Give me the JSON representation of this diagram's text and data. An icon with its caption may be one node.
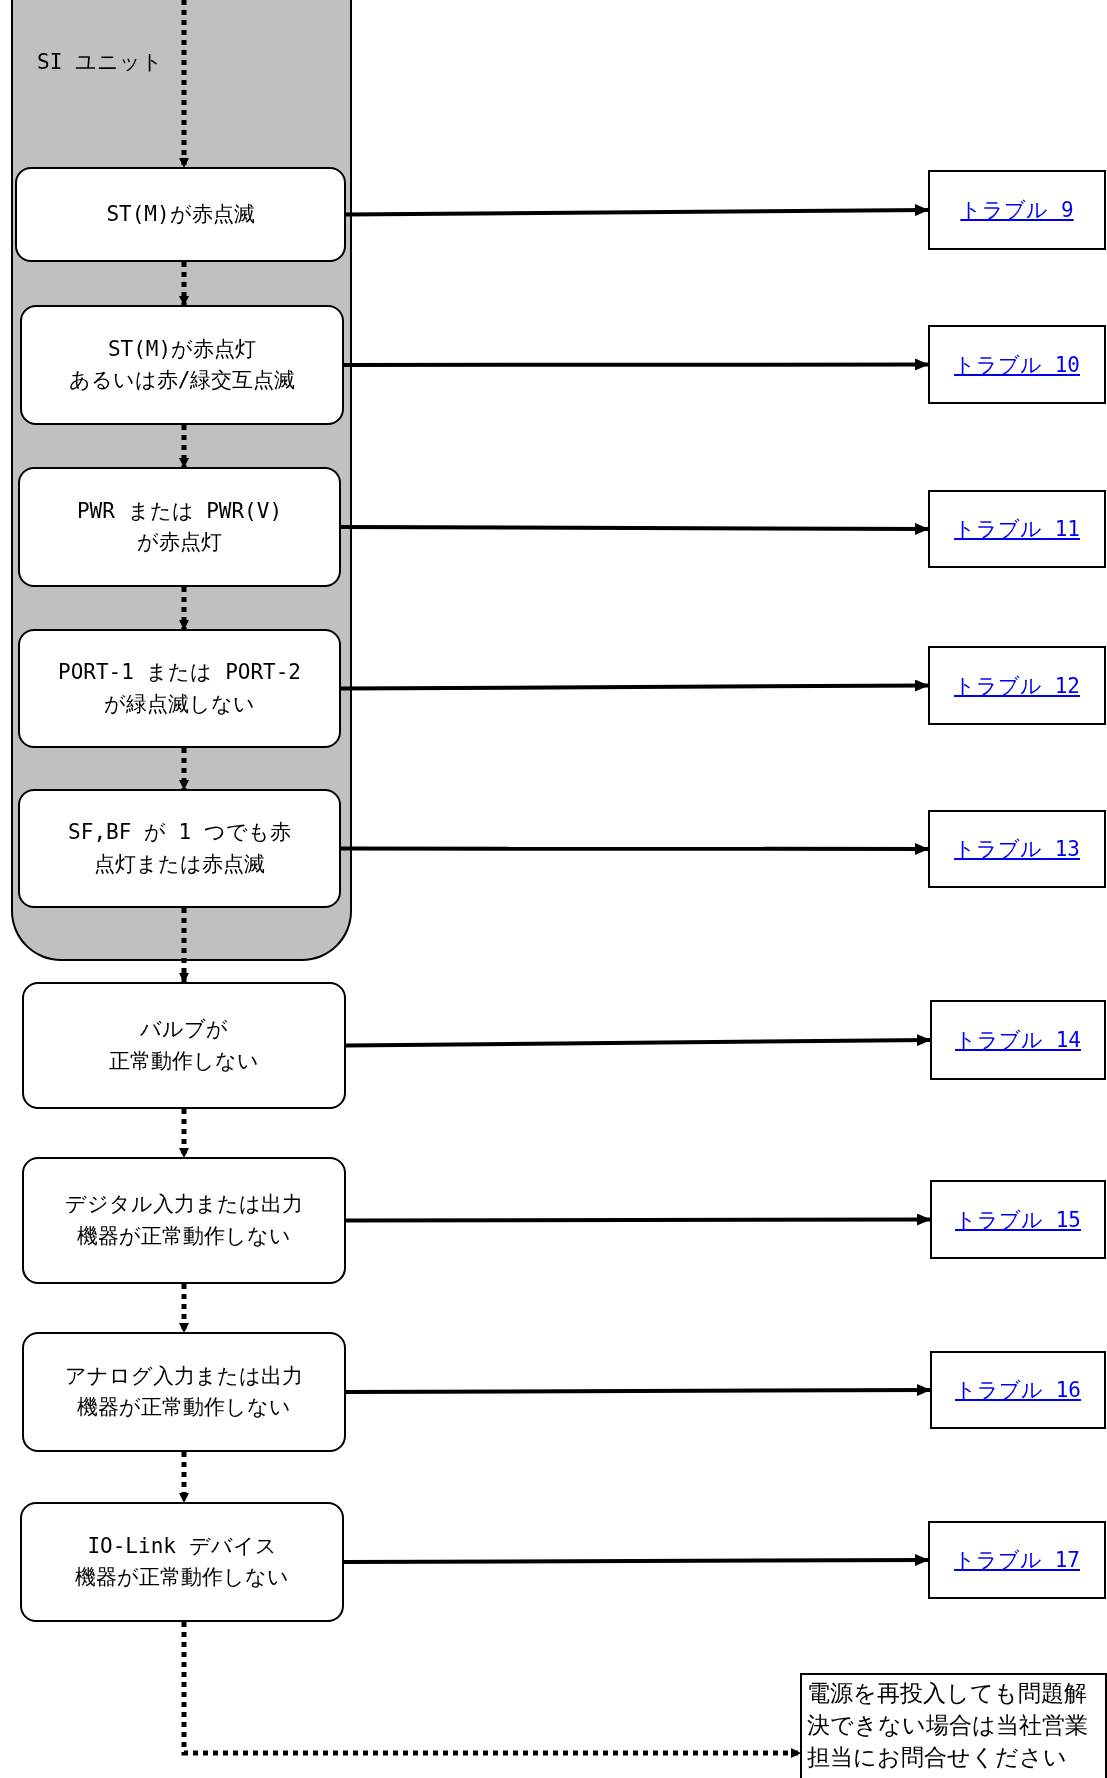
{
  "diagram": {
    "nodes": [
      {
        "text": [
          "SI ユニット"
        ]
      },
      {
        "text": [
          "ST(M)が赤点滅"
        ],
        "in": 0
      },
      {
        "text": [
          "ST(M)が赤点灯あるいは赤/緑交互点滅"
        ],
        "in": 0
      },
      {
        "text": [
          "PWR または PWR(V) が赤点灯"
        ],
        "in": 0
      },
      {
        "text": [
          "PORT-1 または PORT-2 が緑点滅しない"
        ],
        "in": 0
      },
      {
        "text": [
          "SF,BF が 1 つでも赤点灯または赤点滅"
        ],
        "in": 0
      },
      {
        "text": [
          "バルブが正常動作しない"
        ]
      },
      {
        "text": [
          "デジタル入力または出力機器が正常動作しない"
        ]
      },
      {
        "text": [
          "アナログ入力または出力機器が正常動作しない"
        ]
      },
      {
        "text": [
          "IO-Link デバイス機器が正常動作しない"
        ]
      },
      {
        "text": [
          "トラブル 9"
        ]
      },
      {
        "text": [
          "トラブル 10"
        ]
      },
      {
        "text": [
          "トラブル 11"
        ]
      },
      {
        "text": [
          "トラブル 12"
        ]
      },
      {
        "text": [
          "トラブル 13"
        ]
      },
      {
        "text": [
          "トラブル 14"
        ]
      },
      {
        "text": [
          "トラブル 15"
        ]
      },
      {
        "text": [
          "トラブル 16"
        ]
      },
      {
        "text": [
          "トラブル 17"
        ]
      },
      {
        "text": [
          "電源を再投入しても問題解決できない場合は当社営業担当にお問合せください"
        ]
      }
    ],
    "edges": [
      {
        "from": null,
        "to": 1,
        "arrow": "to",
        "style": "dashed"
      },
      {
        "from": 1,
        "to": 2,
        "arrow": "to",
        "style": "dashed"
      },
      {
        "from": 2,
        "to": 3,
        "arrow": "to",
        "style": "dashed"
      },
      {
        "from": 3,
        "to": 4,
        "arrow": "to",
        "style": "dashed"
      },
      {
        "from": 4,
        "to": 5,
        "arrow": "to",
        "style": "dashed"
      },
      {
        "from": 5,
        "to": 6,
        "arrow": "to",
        "style": "dashed"
      },
      {
        "from": 6,
        "to": 7,
        "arrow": "to",
        "style": "dashed"
      },
      {
        "from": 7,
        "to": 8,
        "arrow": "to",
        "style": "dashed"
      },
      {
        "from": 8,
        "to": 9,
        "arrow": "to",
        "style": "dashed"
      },
      {
        "from": 9,
        "to": 19,
        "arrow": "to",
        "style": "dashed"
      },
      {
        "from": 1,
        "to": 10,
        "arrow": "to"
      },
      {
        "from": 2,
        "to": 11,
        "arrow": "to"
      },
      {
        "from": 3,
        "to": 12,
        "arrow": "to"
      },
      {
        "from": 4,
        "to": 13,
        "arrow": "to"
      },
      {
        "from": 5,
        "to": 14,
        "arrow": "to"
      },
      {
        "from": 6,
        "to": 15,
        "arrow": "to"
      },
      {
        "from": 7,
        "to": 16,
        "arrow": "to"
      },
      {
        "from": 8,
        "to": 17,
        "arrow": "to"
      },
      {
        "from": 9,
        "to": 18,
        "arrow": "to"
      }
    ]
  }
}
